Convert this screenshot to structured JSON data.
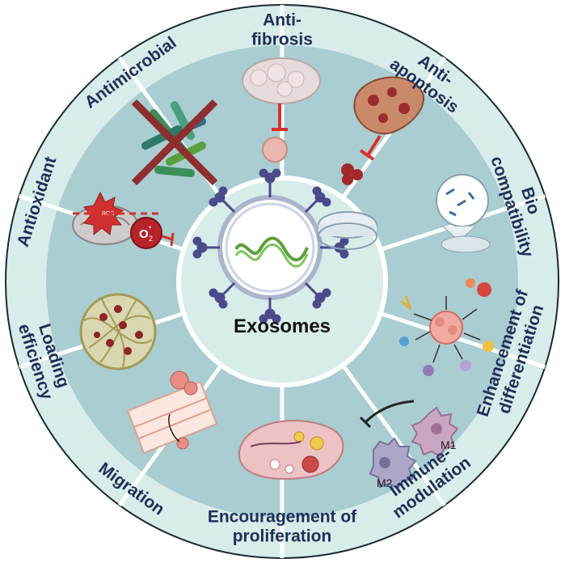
{
  "center": {
    "label": "Exosomes"
  },
  "segments": [
    {
      "id": "anti-fibrosis",
      "lines": [
        "Anti-",
        "fibrosis"
      ],
      "icon": "fibrotic-tissue-icon"
    },
    {
      "id": "anti-apoptosis",
      "lines": [
        "Anti-",
        "apoptosis"
      ],
      "icon": "apoptotic-tissue-icon"
    },
    {
      "id": "biocompatibility",
      "lines": [
        "Bio",
        "compatibility"
      ],
      "icon": "petri-dish-icon"
    },
    {
      "id": "differentiation",
      "lines": [
        "Enhancement of",
        "differentiation"
      ],
      "icon": "stem-cell-differentiation-icon"
    },
    {
      "id": "immunomodulation",
      "lines": [
        "Immune-",
        "modulation"
      ],
      "icon": "macrophage-icon"
    },
    {
      "id": "proliferation",
      "lines": [
        "Encouragement of",
        "proliferation"
      ],
      "icon": "ovary-tissue-icon"
    },
    {
      "id": "migration",
      "lines": [
        "Migration"
      ],
      "icon": "vessel-migration-icon"
    },
    {
      "id": "loading",
      "lines": [
        "Loading",
        "efficiency"
      ],
      "icon": "hydrogel-mesh-icon"
    },
    {
      "id": "antioxidant",
      "lines": [
        "Antioxidant"
      ],
      "icon": "mitochondria-ros-icon"
    },
    {
      "id": "antimicrobial",
      "lines": [
        "Antimicrobial"
      ],
      "icon": "bacteria-crossed-icon"
    }
  ],
  "icon_text": {
    "ros": "ROS",
    "o2": "O",
    "o2_sub": "2",
    "o2_sup": "•",
    "m1": "M1",
    "m2": "M2"
  },
  "colors": {
    "outer_ring": "#d8ece9",
    "inner_ring": "#a9cdd0",
    "center": "#d8ece9",
    "divider": "#ffffff",
    "label": "#1f2e5a",
    "inhibit": "#d9302b"
  }
}
